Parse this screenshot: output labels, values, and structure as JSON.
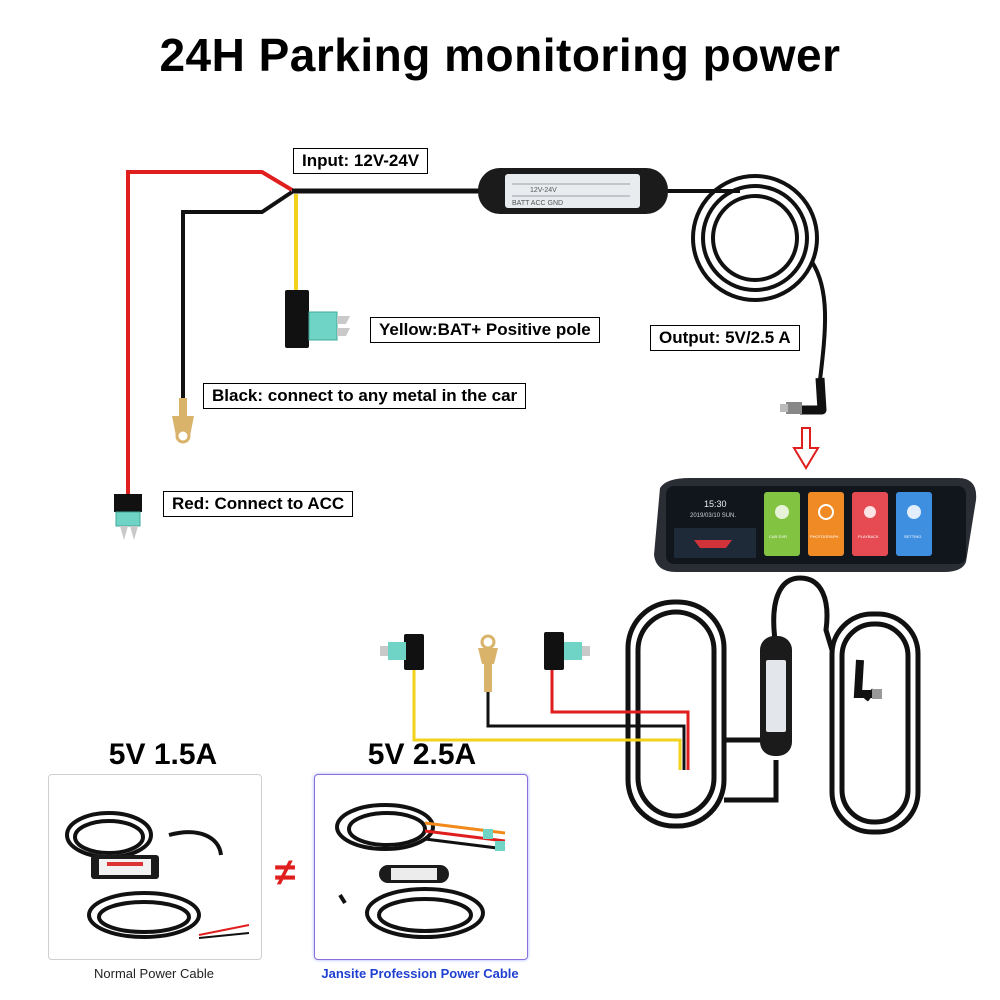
{
  "title": "24H Parking monitoring power",
  "labels": {
    "input": "Input: 12V-24V",
    "yellow": "Yellow:BAT+ Positive pole",
    "output": "Output: 5V/2.5 A",
    "black": "Black: connect to any metal in the car",
    "red": "Red: Connect to ACC"
  },
  "screen": {
    "time": "15:30",
    "date": "2019/03/10  SUN.",
    "tiles": [
      "CAR DVR",
      "PHOTOGRAPH",
      "PLAYBACK",
      "SETTING"
    ]
  },
  "module_text": {
    "line1": "12V-24V",
    "line2": "BATT   ACC   GND"
  },
  "comparison": {
    "left_spec": "5V 1.5A",
    "right_spec": "5V 2.5A",
    "not_equal": "≠",
    "left_caption": "Normal Power Cable",
    "right_caption": "Jansite Profession Power Cable"
  },
  "colors": {
    "red_wire": "#e01e1e",
    "black_wire": "#111111",
    "yellow_wire": "#f2d21b",
    "fuse_green": "#6fd3c5",
    "terminal_gold": "#d9b36a",
    "arrow_red": "#e01e1e",
    "panel_right_border": "#8a6fd8",
    "panel_left_border": "#cfcfcf"
  }
}
